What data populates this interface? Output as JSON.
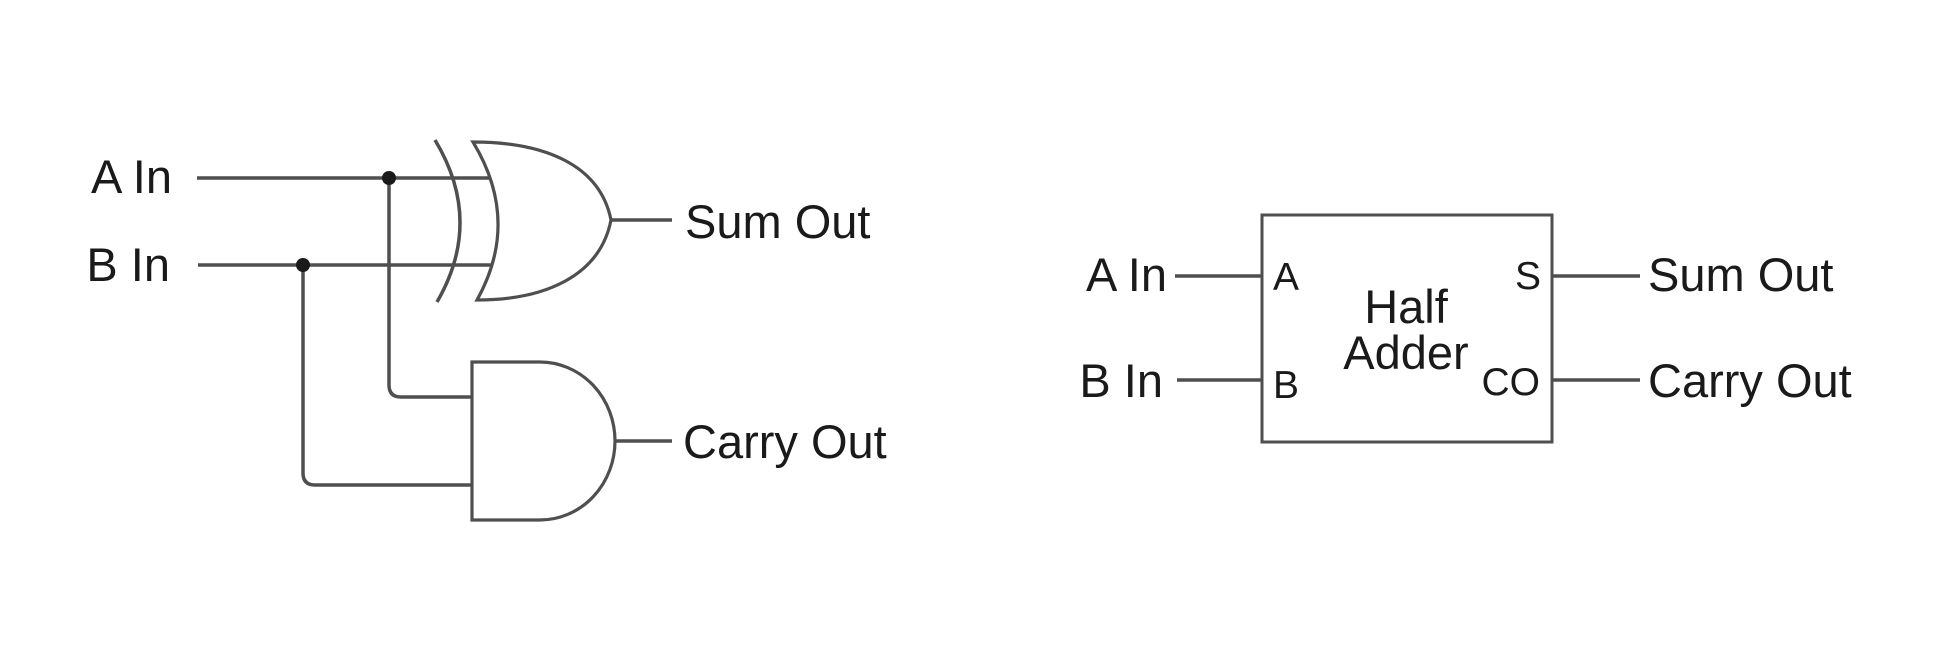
{
  "diagram": {
    "background_color": "#ffffff",
    "colors": {
      "line": "#4f4f4f",
      "text": "#1a1a1a",
      "gate_fill": "#ffffff"
    },
    "gate_circuit": {
      "input_a_label": "A In",
      "input_b_label": "B In",
      "sum_output_label": "Sum Out",
      "carry_output_label": "Carry Out"
    },
    "block_diagram": {
      "input_a_label": "A In",
      "input_b_label": "B In",
      "title_line1": "Half",
      "title_line2": "Adder",
      "port_a_label": "A",
      "port_b_label": "B",
      "port_sum_label": "S",
      "port_carry_label": "CO",
      "sum_output_label": "Sum Out",
      "carry_output_label": "Carry Out"
    }
  }
}
